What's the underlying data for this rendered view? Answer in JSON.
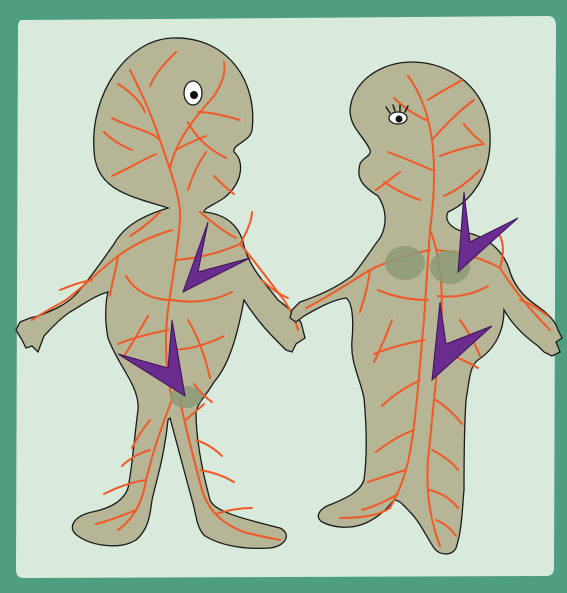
{
  "illustration": {
    "colors": {
      "frame": "#4e9f80",
      "panel": "#d8eadb",
      "skin": "#b6b596",
      "outline": "#1a1a1a",
      "vessels": "#f05a28",
      "marker": "#6a2c8e",
      "spots": "#8d9a78"
    },
    "figures": [
      {
        "name": "male-figure",
        "has_eye": true,
        "has_lashes": false,
        "markers": 2,
        "spots": 1
      },
      {
        "name": "female-figure",
        "has_eye": true,
        "has_lashes": true,
        "markers": 2,
        "spots": 2
      }
    ]
  }
}
